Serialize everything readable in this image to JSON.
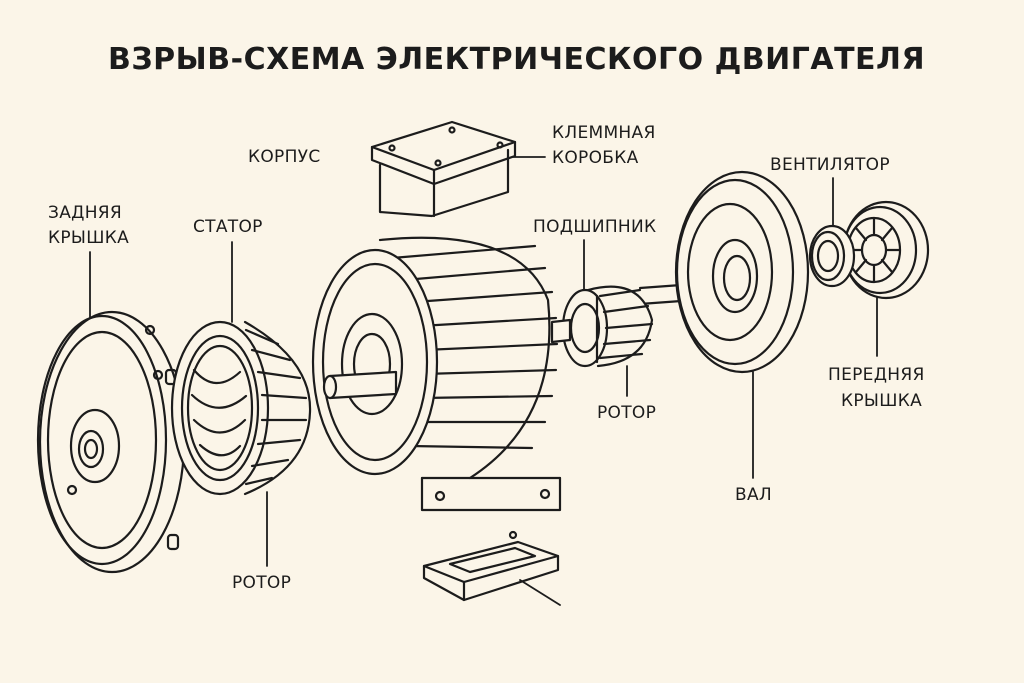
{
  "title": "ВЗРЫВ-СХЕМА ЭЛЕКТРИЧЕСКОГО ДВИГАТЕЛЯ",
  "labels": {
    "housing": "КОРПУС",
    "terminal_box_1": "КЛЕММНАЯ",
    "terminal_box_2": "КОРОБКА",
    "fan": "ВЕНТИЛЯТОР",
    "rear_cover_1": "ЗАДНЯЯ",
    "rear_cover_2": "КРЫШКА",
    "stator": "СТАТОР",
    "bearing": "ПОДШИПНИК",
    "rotor_bottom": "РОТОР",
    "rotor_center": "РОТОР",
    "front_cover_1": "ПЕРЕДНЯЯ",
    "front_cover_2": "КРЫШКА",
    "shaft": "ВАЛ"
  }
}
